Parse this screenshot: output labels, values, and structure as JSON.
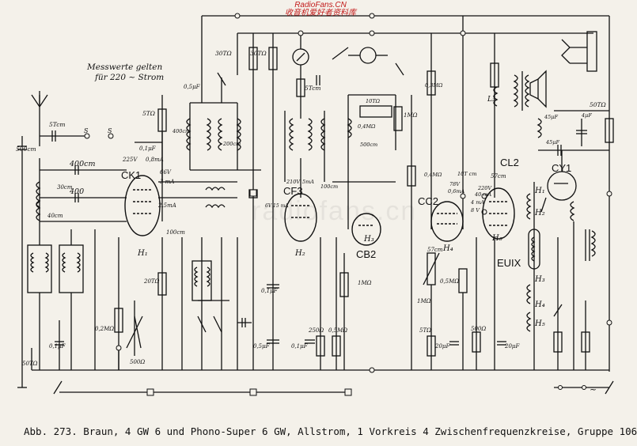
{
  "watermark": {
    "line1": "RadioFans.CN",
    "line2": "收音机爱好者资料库"
  },
  "faint_watermark": "radiofans.cn",
  "note": {
    "line1": "Messwerte gelten",
    "line2": "für 220 ~ Strom"
  },
  "tubes": [
    {
      "id": "CK1",
      "label": "CK1",
      "heater": "H₁"
    },
    {
      "id": "CF3",
      "label": "CF3",
      "heater": "H₂"
    },
    {
      "id": "CB2",
      "label": "CB2",
      "heater": "H₃"
    },
    {
      "id": "CC2",
      "label": "CC2",
      "heater": "H₄"
    },
    {
      "id": "CL2",
      "label": "CL2",
      "heater": "H₅"
    },
    {
      "id": "CY1",
      "label": "CY1",
      "heater": "H₁"
    }
  ],
  "euix_label": "EUIX",
  "heater_chain": [
    "H₂",
    "H₃",
    "H₄",
    "H₅"
  ],
  "components": {
    "c_500cm": "500cm",
    "c_5tcm": "5Tcm",
    "s_label": "S",
    "s_label2": "S",
    "c_400a": "400cm",
    "c_400b": "400",
    "c_30cm": "30cm",
    "c_40cm": "40cm",
    "r_5tohm": "5TΩ",
    "c_01uf": "0,1μF",
    "c_05uf": "0,5μF",
    "v_225": "225V",
    "ma_08": "0,8mA",
    "v_66": "66V",
    "ma_3": "3 mA",
    "ma_25": "2,5mA",
    "r_30t_a": "30TΩ",
    "r_30t_b": "30TΩ",
    "c_400cm2": "400cm",
    "c_200cm": "200cm",
    "c_5tcm2": "5Tcm",
    "c_100cm": "100cm",
    "v_210": "210V",
    "ma_5": "5mA",
    "v_6": "6V 15 mA",
    "r_10t": "10TΩ",
    "r_04m": "0,4MΩ",
    "c_500cm2": "500cm",
    "r_1m": "1MΩ",
    "r_03m": "0,3MΩ",
    "r_04m2": "0,4MΩ",
    "v_78": "78V",
    "ma_06": "0,6mA",
    "c_10t": "10T cm",
    "v_220": "220V",
    "ma_40": "40 mA",
    "ma_4": "4 mA",
    "v_8": "8 V",
    "r_50t": "50TΩ",
    "c_4uf": "4μF",
    "c_45uf": "45μF",
    "c_45uf2": "45μF",
    "c_57cm": "57cm",
    "r_1m2": "1MΩ",
    "r_05m": "0,5MΩ",
    "r_5tohm2": "5TΩ",
    "r_500": "500Ω",
    "c_20uf": "20μF",
    "c_20uf2": "20μF",
    "r_02m": "0,2MΩ",
    "r_500b": "500Ω",
    "r_20t": "20TΩ",
    "c_01uf2": "0,1μF",
    "c_01uf3": "0,1μF",
    "c_01uf4": "0,1μF",
    "r_250": "250Ω",
    "r_05m2": "0,5MΩ",
    "r_1m3": "1MΩ",
    "c_05uf2": "0,5μF",
    "r_50tc": "50TΩ",
    "c_100cm2": "100cm",
    "l2": "L₂",
    "c_57cm2": "57cm"
  },
  "mains_symbol": "~",
  "caption": "Abb. 273.  Braun, 4 GW 6 und Phono-Super 6 GW, Allstrom, 1 Vorkreis 4 Zwischenfrequenzkreise, Gruppe 106"
}
